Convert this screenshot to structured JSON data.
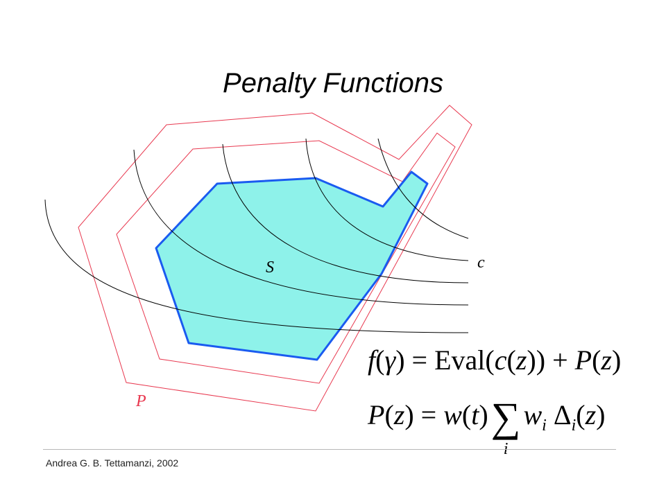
{
  "title": "Penalty Functions",
  "labels": {
    "feasible_region": "S",
    "contour": "c",
    "penalty": "P"
  },
  "formulas": {
    "fitness": "f(γ) = Eval(c(z)) + P(z)",
    "penalty": "P(z) = w(t) Σ_i w_i Δ_i(z)"
  },
  "footer": "Andrea G. B. Tettamanzi, 2002",
  "colors": {
    "region_fill": "#8ef2ea",
    "region_stroke": "#1a5bf0",
    "penalty_lines": "#e8384f",
    "contours": "#000000"
  }
}
